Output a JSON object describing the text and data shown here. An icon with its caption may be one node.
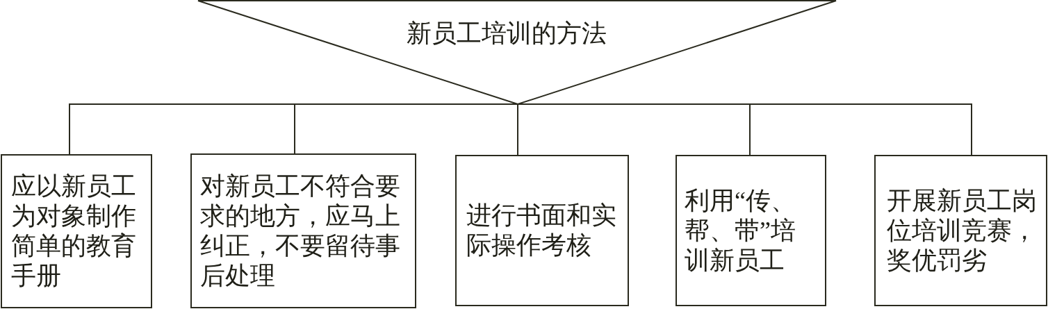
{
  "diagram": {
    "nodes": [
      {
        "text": [
          "新员工培训的方法"
        ]
      },
      {
        "text": [
          "应以新员工为对象制作简单的教育手册"
        ]
      },
      {
        "text": [
          "对新员工不符合要求的地方，应马上纠正，不要留待事后处理"
        ]
      },
      {
        "text": [
          "进行书面和实际操作考核"
        ]
      },
      {
        "text": [
          "利用“传、帮、带”培训新员工"
        ]
      },
      {
        "text": [
          "开展新员工岗位培训竞赛，奖优罚劣"
        ]
      }
    ],
    "edges": [
      {
        "from": 0,
        "to": 1,
        "arrow": "none"
      },
      {
        "from": 0,
        "to": 2,
        "arrow": "none"
      },
      {
        "from": 0,
        "to": 3,
        "arrow": "none"
      },
      {
        "from": 0,
        "to": 4,
        "arrow": "none"
      },
      {
        "from": 0,
        "to": 5,
        "arrow": "none"
      }
    ]
  }
}
